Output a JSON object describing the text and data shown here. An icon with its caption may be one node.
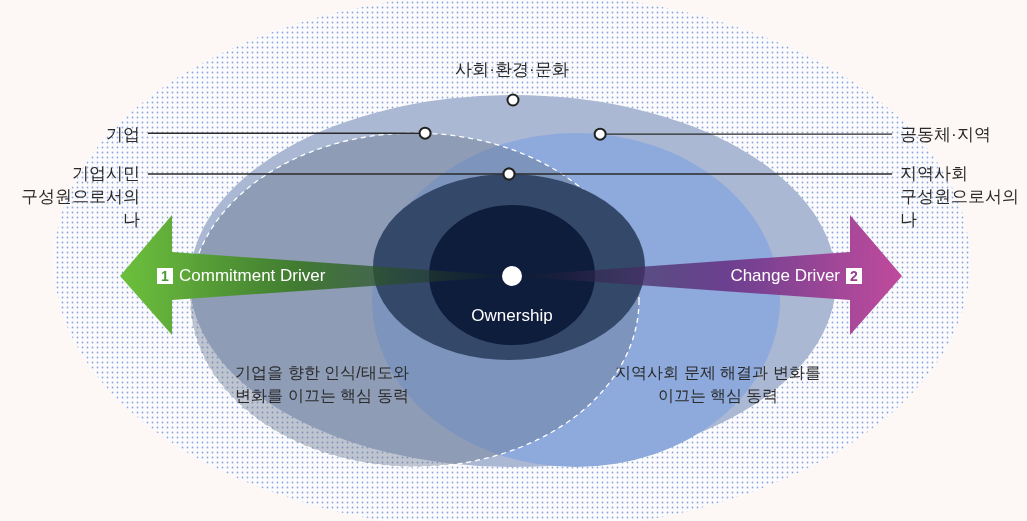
{
  "diagram": {
    "nodes": [
      {
        "text": [
          "사회·환경·문화"
        ]
      },
      {
        "text": [
          "기업을 향한 인식/태도와 변화를 이끄는 핵심 동력"
        ],
        "in": 0
      },
      {
        "text": [
          "지역사회 문제 해결과 변화를 이끄는 핵심 동력"
        ],
        "in": 0
      },
      {
        "text": [],
        "shape": "ellipse"
      },
      {
        "text": [
          "Ownership"
        ],
        "in": 3
      },
      {
        "text": [
          "기업"
        ]
      },
      {
        "text": [
          "기업시민 구성원으로서의 나"
        ]
      },
      {
        "text": [
          "공동체·지역"
        ]
      },
      {
        "text": [
          "지역사회 구성원으로서의 나"
        ]
      },
      {
        "text": [
          "1",
          "Commitment Driver"
        ]
      },
      {
        "text": [
          "Change Driver",
          "2"
        ]
      }
    ],
    "edges": [
      {
        "from": 5,
        "to": 1,
        "arrow": "other"
      },
      {
        "from": 6,
        "to": 3,
        "arrow": "other"
      },
      {
        "from": 7,
        "to": 2,
        "arrow": "other"
      },
      {
        "from": 8,
        "to": 3,
        "arrow": "other"
      }
    ]
  }
}
